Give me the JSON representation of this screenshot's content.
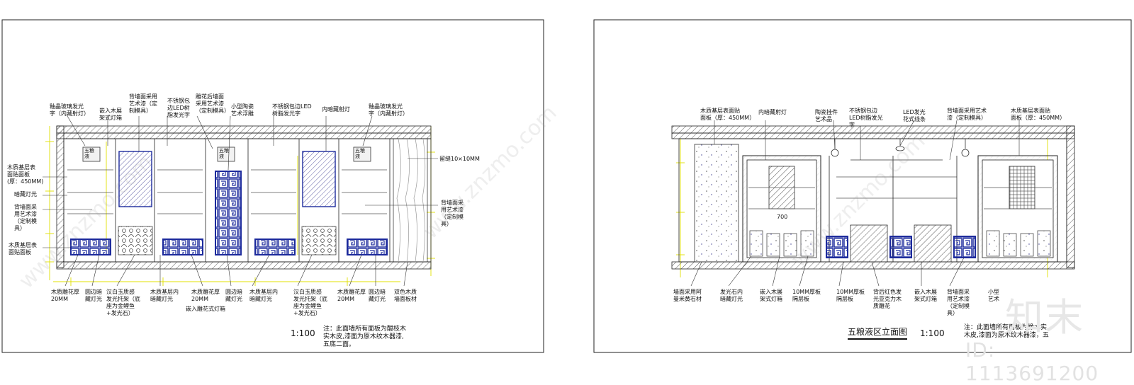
{
  "left_sheet": {
    "callouts_top": [
      "釉晶玻璃发光\n字（内藏射灯）",
      "嵌入木展\n架式灯箱",
      "背墙面采用\n艺术漆（定\n制模具）",
      "不锈钢包\n边LED树\n脂发光字",
      "雕花后墙面\n采用艺术漆\n（定制模具）",
      "小型陶瓷\n艺术浮雕",
      "不锈钢包边LED\n树脂发光字",
      "内暗藏射灯",
      "釉晶玻璃发光\n字（内藏射灯）"
    ],
    "callouts_left": [
      "木质基层表\n面贴面板\n(厚：450MM)",
      "暗藏灯光",
      "背墙面采\n用艺术漆\n（定制模\n具）",
      "木质基层表\n面贴面板"
    ],
    "callouts_right": [
      "留缝10×10MM",
      "背墙面采\n用艺术漆\n（定制模\n具）"
    ],
    "callouts_bottom": [
      "木质雕花厚\n20MM",
      "圆边暗\n藏灯光",
      "汉白玉质感\n发光托架（底\n座为金鲤鱼\n+发光石）",
      "木质基层内\n暗藏灯光",
      "木质雕花厚\n20MM",
      "圆边暗\n藏灯光",
      "嵌入雕花式灯箱",
      "木质基层内\n暗藏灯光",
      "汉白玉质感\n发光托架（底\n座为金鲤鱼\n+发光石）",
      "木质雕花厚\n20MM",
      "圆边暗\n藏灯光",
      "双色木质\n墙面板材"
    ],
    "sign_text": "五粮\n液",
    "scale": "1:100",
    "note": "注：此面墙所有面板为酸枝木\n实木皮,漆面为原木纹木器漆,\n五底二面。"
  },
  "right_sheet": {
    "callouts_top": [
      "木质基层表面贴\n面板（厚：450MM）",
      "内暗藏射灯",
      "陶瓷挂件\n艺术品",
      "不锈钢包边\nLED树脂发光\n字",
      "LED发光\n花式线条",
      "背墙面采用艺术\n漆（定制模具）",
      "木质基层表面贴\n面板（厚：450MM）"
    ],
    "callouts_bottom": [
      "墙面采用阿\n曼米黄石材",
      "发光石内\n暗藏灯光",
      "嵌入木展\n架式灯箱",
      "10MM厚板\n隔层板",
      "10MM厚板\n隔层板",
      "背后红色发\n光亚克力木\n质雕花",
      "嵌入木展\n架式灯箱",
      "背墙面采\n用艺术漆\n（定制模\n具）",
      "小型\n艺术"
    ],
    "dim_700": "700",
    "title": "五粮液区立面图",
    "scale": "1:100",
    "note": "注：此面墙所有面板为橡木实\n木皮,漆面为原木纹木器漆，五"
  },
  "watermarks": {
    "diagonal": "www.znzmo.com",
    "brand": "知末",
    "id_text": "ID: 1113691200"
  },
  "colors": {
    "line": "#111111",
    "carving": "#1c2a9c",
    "dimension": "#e6e600",
    "wood_stripe": "#bbbbbb"
  }
}
